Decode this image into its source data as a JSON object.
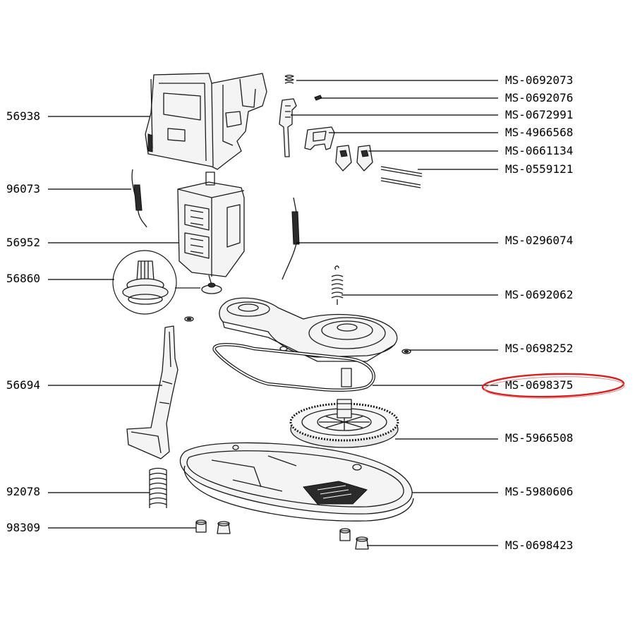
{
  "labels": {
    "right": [
      "MS-0692073",
      "MS-0692076",
      "MS-0672991",
      "MS-4966568",
      "MS-0661134",
      "MS-0559121",
      "MS-0296074",
      "MS-0692062",
      "MS-0698252",
      "MS-0698375",
      "MS-5966508",
      "MS-5980606",
      "MS-0698423"
    ],
    "left": [
      "56938",
      "96073",
      "56952",
      "56860",
      "56694",
      "92078",
      "98309"
    ]
  },
  "highlight": {
    "label": "MS-0698375",
    "color": "#d42020"
  }
}
